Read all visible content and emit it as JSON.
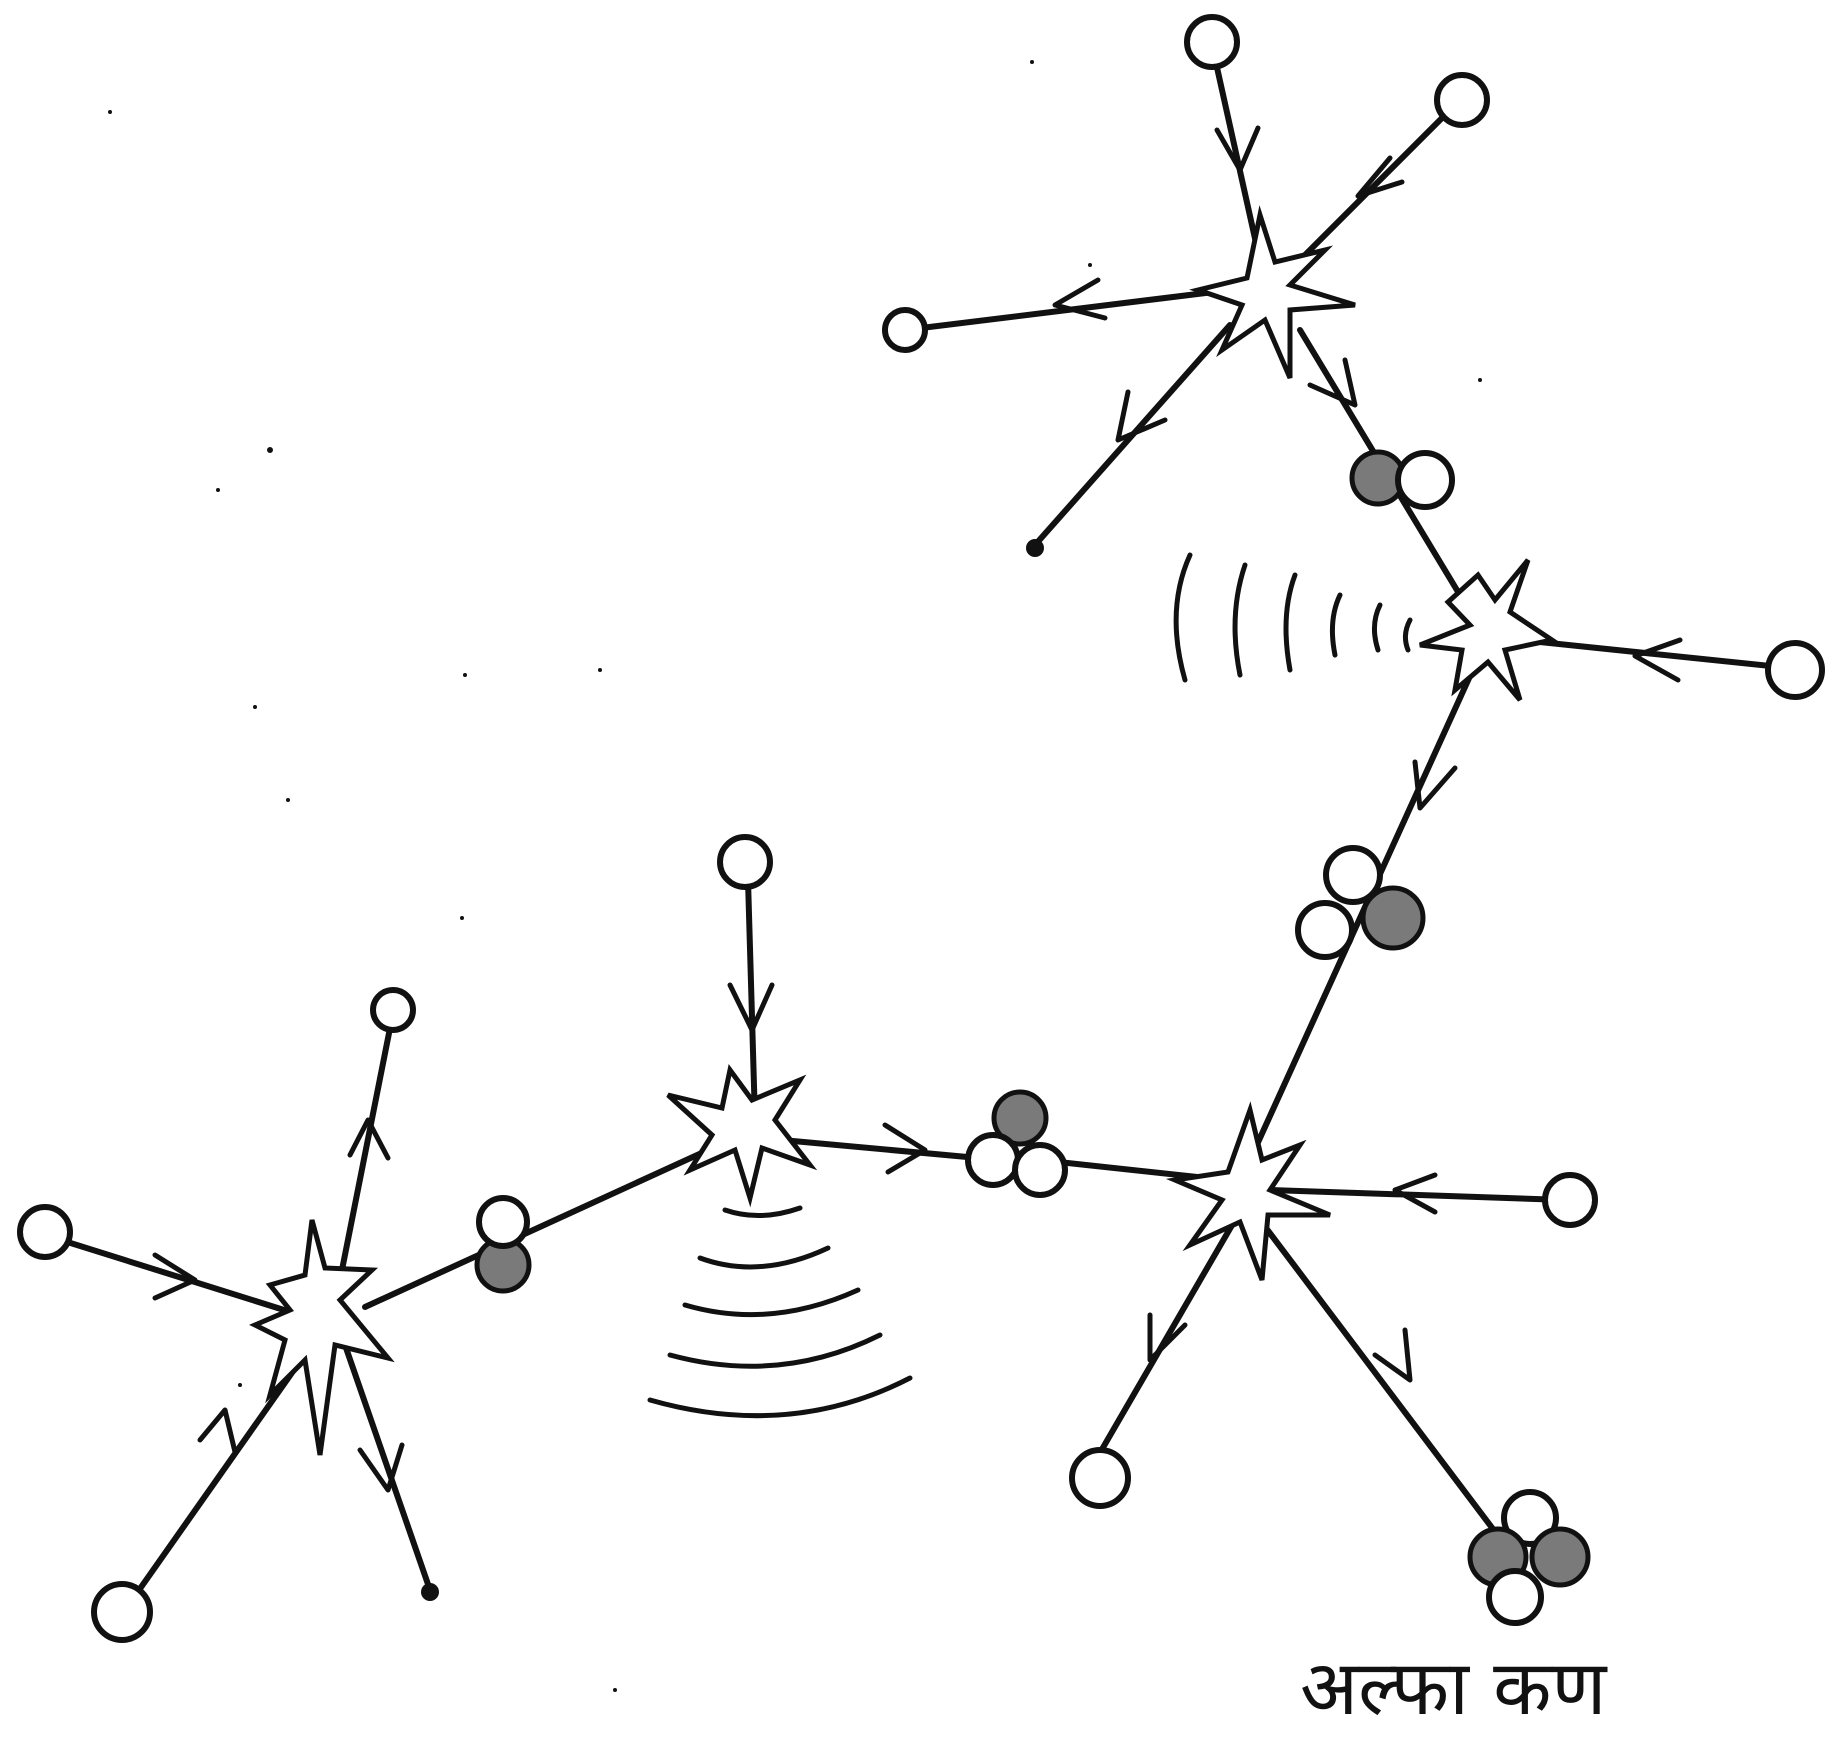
{
  "caption": "अल्फा कण",
  "colors": {
    "ink": "#111111",
    "neutron": "#7a7a7a",
    "background": "#ffffff"
  },
  "icons": {
    "proton": "white-circle",
    "neutron": "grey-filled-circle",
    "fusion_event": "eight-point-star-burst",
    "gamma_ray": "concentric-arcs"
  }
}
